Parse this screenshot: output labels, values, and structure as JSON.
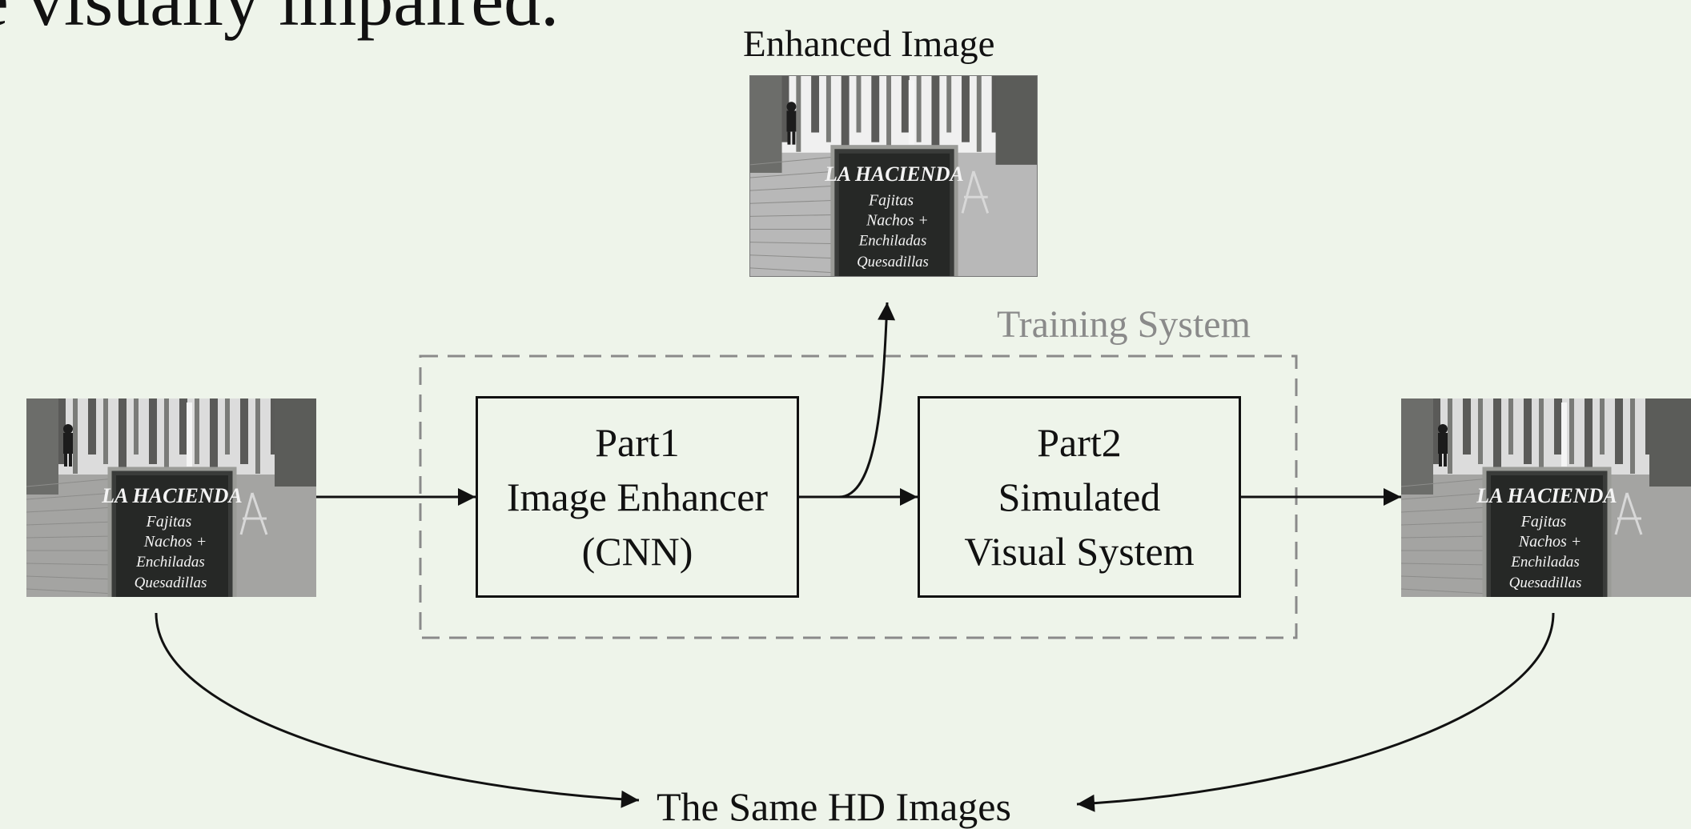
{
  "header_fragment": "e visually impaired.",
  "labels": {
    "enhanced_image": "Enhanced Image",
    "training_system": "Training System",
    "same_hd_images": "The Same HD Images"
  },
  "part1": {
    "title": "Part1",
    "line2": "Image Enhancer",
    "line3": "(CNN)"
  },
  "part2": {
    "title": "Part2",
    "line2": "Simulated",
    "line3": "Visual System"
  },
  "photo_sign": {
    "line1": "LA HACIENDA",
    "line2": "Fajitas",
    "line3": "Nachos +",
    "line4": "Enchiladas",
    "line5": "Quesadillas"
  },
  "colors": {
    "background": "#eef4ea",
    "ink": "#111111",
    "dashed_frame": "#8a8a8a"
  }
}
